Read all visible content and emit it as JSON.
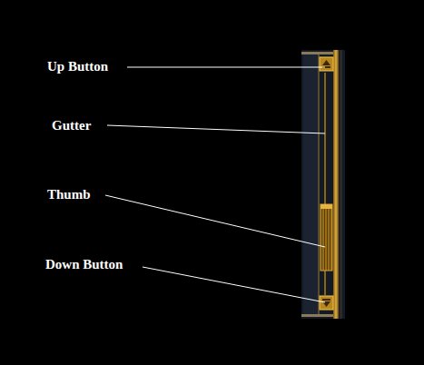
{
  "diagram": {
    "labels": [
      "Up Button",
      "Gutter",
      "Thumb",
      "Down Button"
    ]
  }
}
